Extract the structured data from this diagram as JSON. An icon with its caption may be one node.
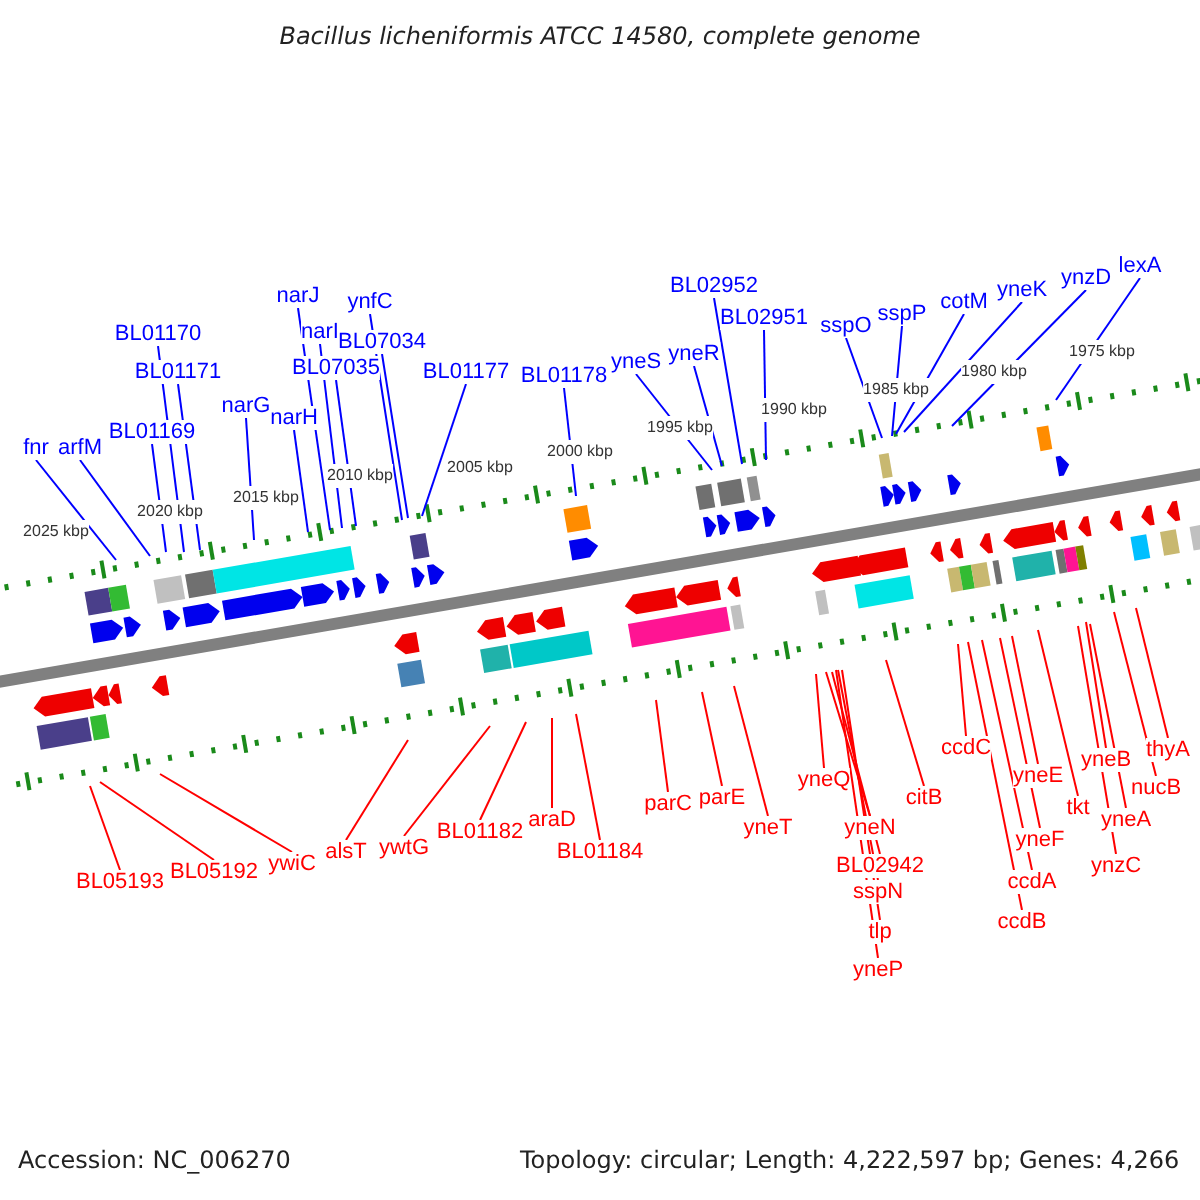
{
  "diagram": {
    "title": "Bacillus licheniformis ATCC 14580, complete genome",
    "nodes": [
      {
        "text": [
          "fnr"
        ]
      },
      {
        "text": [
          "arfM"
        ]
      },
      {
        "text": [
          "BL01169"
        ]
      },
      {
        "text": [
          "BL01170"
        ]
      },
      {
        "text": [
          "BL01171"
        ]
      },
      {
        "text": [
          "narG"
        ]
      },
      {
        "text": [
          "narH"
        ]
      },
      {
        "text": [
          "narJ"
        ]
      },
      {
        "text": [
          "narI"
        ]
      },
      {
        "text": [
          "BL07035"
        ]
      },
      {
        "text": [
          "ynfC"
        ]
      },
      {
        "text": [
          "BL07034"
        ]
      },
      {
        "text": [
          "BL01177"
        ]
      },
      {
        "text": [
          "BL01178"
        ]
      },
      {
        "text": [
          "yneS"
        ]
      },
      {
        "text": [
          "yneR"
        ]
      },
      {
        "text": [
          "BL02952"
        ]
      },
      {
        "text": [
          "BL02951"
        ]
      },
      {
        "text": [
          "sspO"
        ]
      },
      {
        "text": [
          "sspP"
        ]
      },
      {
        "text": [
          "cotM"
        ]
      },
      {
        "text": [
          "yneK"
        ]
      },
      {
        "text": [
          "ynzD"
        ]
      },
      {
        "text": [
          "lexA"
        ]
      },
      {
        "text": [
          "BL05193"
        ]
      },
      {
        "text": [
          "BL05192"
        ]
      },
      {
        "text": [
          "ywiC"
        ]
      },
      {
        "text": [
          "alsT"
        ]
      },
      {
        "text": [
          "ywtG"
        ]
      },
      {
        "text": [
          "BL01182"
        ]
      },
      {
        "text": [
          "araD"
        ]
      },
      {
        "text": [
          "BL01184"
        ]
      },
      {
        "text": [
          "parC"
        ]
      },
      {
        "text": [
          "parE"
        ]
      },
      {
        "text": [
          "yneT"
        ]
      },
      {
        "text": [
          "yneQ"
        ]
      },
      {
        "text": [
          "yneN"
        ]
      },
      {
        "text": [
          "BL02942"
        ]
      },
      {
        "text": [
          "sspN"
        ]
      },
      {
        "text": [
          "tlp"
        ]
      },
      {
        "text": [
          "yneP"
        ]
      },
      {
        "text": [
          "citB"
        ]
      },
      {
        "text": [
          "ccdC"
        ]
      },
      {
        "text": [
          "ccdB"
        ]
      },
      {
        "text": [
          "ccdA"
        ]
      },
      {
        "text": [
          "yneF"
        ]
      },
      {
        "text": [
          "yneE"
        ]
      },
      {
        "text": [
          "tkt"
        ]
      },
      {
        "text": [
          "ynzC"
        ]
      },
      {
        "text": [
          "yneA"
        ]
      },
      {
        "text": [
          "yneB"
        ]
      },
      {
        "text": [
          "nucB"
        ]
      },
      {
        "text": [
          "thyA"
        ]
      }
    ],
    "edges": [
      {
        "from": 0,
        "to": null,
        "arrow": "none",
        "color": "#0000ff"
      },
      {
        "from": 1,
        "to": null,
        "arrow": "none",
        "color": "#0000ff"
      },
      {
        "from": 2,
        "to": null,
        "arrow": "none",
        "color": "#0000ff"
      },
      {
        "from": 3,
        "to": null,
        "arrow": "none",
        "color": "#0000ff"
      },
      {
        "from": 4,
        "to": null,
        "arrow": "none",
        "color": "#0000ff"
      },
      {
        "from": 5,
        "to": null,
        "arrow": "none",
        "color": "#0000ff"
      },
      {
        "from": 6,
        "to": null,
        "arrow": "none",
        "color": "#0000ff"
      },
      {
        "from": 7,
        "to": null,
        "arrow": "none",
        "color": "#0000ff"
      },
      {
        "from": 8,
        "to": null,
        "arrow": "none",
        "color": "#0000ff"
      },
      {
        "from": 9,
        "to": null,
        "arrow": "none",
        "color": "#0000ff"
      },
      {
        "from": 10,
        "to": null,
        "arrow": "none",
        "color": "#0000ff"
      },
      {
        "from": 11,
        "to": null,
        "arrow": "none",
        "color": "#0000ff"
      },
      {
        "from": 12,
        "to": null,
        "arrow": "none",
        "color": "#0000ff"
      },
      {
        "from": 13,
        "to": null,
        "arrow": "none",
        "color": "#0000ff"
      },
      {
        "from": 14,
        "to": null,
        "arrow": "none",
        "color": "#0000ff"
      },
      {
        "from": 15,
        "to": null,
        "arrow": "none",
        "color": "#0000ff"
      },
      {
        "from": 16,
        "to": null,
        "arrow": "none",
        "color": "#0000ff"
      },
      {
        "from": 17,
        "to": null,
        "arrow": "none",
        "color": "#0000ff"
      },
      {
        "from": 18,
        "to": null,
        "arrow": "none",
        "color": "#0000ff"
      },
      {
        "from": 19,
        "to": null,
        "arrow": "none",
        "color": "#0000ff"
      },
      {
        "from": 20,
        "to": null,
        "arrow": "none",
        "color": "#0000ff"
      },
      {
        "from": 21,
        "to": null,
        "arrow": "none",
        "color": "#0000ff"
      },
      {
        "from": 22,
        "to": null,
        "arrow": "none",
        "color": "#0000ff"
      },
      {
        "from": 23,
        "to": null,
        "arrow": "none",
        "color": "#0000ff"
      },
      {
        "from": 24,
        "to": null,
        "arrow": "none"
      },
      {
        "from": 25,
        "to": null,
        "arrow": "none"
      },
      {
        "from": 26,
        "to": null,
        "arrow": "none"
      },
      {
        "from": 27,
        "to": null,
        "arrow": "none"
      },
      {
        "from": 28,
        "to": null,
        "arrow": "none"
      },
      {
        "from": 29,
        "to": null,
        "arrow": "none"
      },
      {
        "from": 30,
        "to": null,
        "arrow": "none"
      },
      {
        "from": 31,
        "to": null,
        "arrow": "none"
      },
      {
        "from": 32,
        "to": null,
        "arrow": "none"
      },
      {
        "from": 33,
        "to": null,
        "arrow": "none"
      },
      {
        "from": 34,
        "to": null,
        "arrow": "none"
      },
      {
        "from": 35,
        "to": null,
        "arrow": "none"
      },
      {
        "from": 36,
        "to": null,
        "arrow": "none"
      },
      {
        "from": 37,
        "to": null,
        "arrow": "none"
      },
      {
        "from": 38,
        "to": null,
        "arrow": "none"
      },
      {
        "from": 39,
        "to": null,
        "arrow": "none"
      },
      {
        "from": 40,
        "to": null,
        "arrow": "none"
      },
      {
        "from": 41,
        "to": null,
        "arrow": "none"
      },
      {
        "from": 42,
        "to": null,
        "arrow": "none"
      },
      {
        "from": 43,
        "to": null,
        "arrow": "none"
      },
      {
        "from": 44,
        "to": null,
        "arrow": "none"
      },
      {
        "from": 45,
        "to": null,
        "arrow": "none"
      },
      {
        "from": 46,
        "to": null,
        "arrow": "none"
      },
      {
        "from": 47,
        "to": null,
        "arrow": "none"
      },
      {
        "from": 48,
        "to": null,
        "arrow": "none"
      },
      {
        "from": 49,
        "to": null,
        "arrow": "none"
      },
      {
        "from": 50,
        "to": null,
        "arrow": "none"
      },
      {
        "from": 51,
        "to": null,
        "arrow": "none"
      },
      {
        "from": 52,
        "to": null,
        "arrow": "none"
      }
    ],
    "labels": [
      "2025 kbp",
      "2020 kbp",
      "2015 kbp",
      "2010 kbp",
      "2005 kbp",
      "2000 kbp",
      "1995 kbp",
      "1990 kbp",
      "1985 kbp",
      "1980 kbp",
      "1975 kbp",
      "Accession: NC_006270",
      "Topology: circular; Length: 4,222,597 bp; Genes: 4,266"
    ]
  }
}
